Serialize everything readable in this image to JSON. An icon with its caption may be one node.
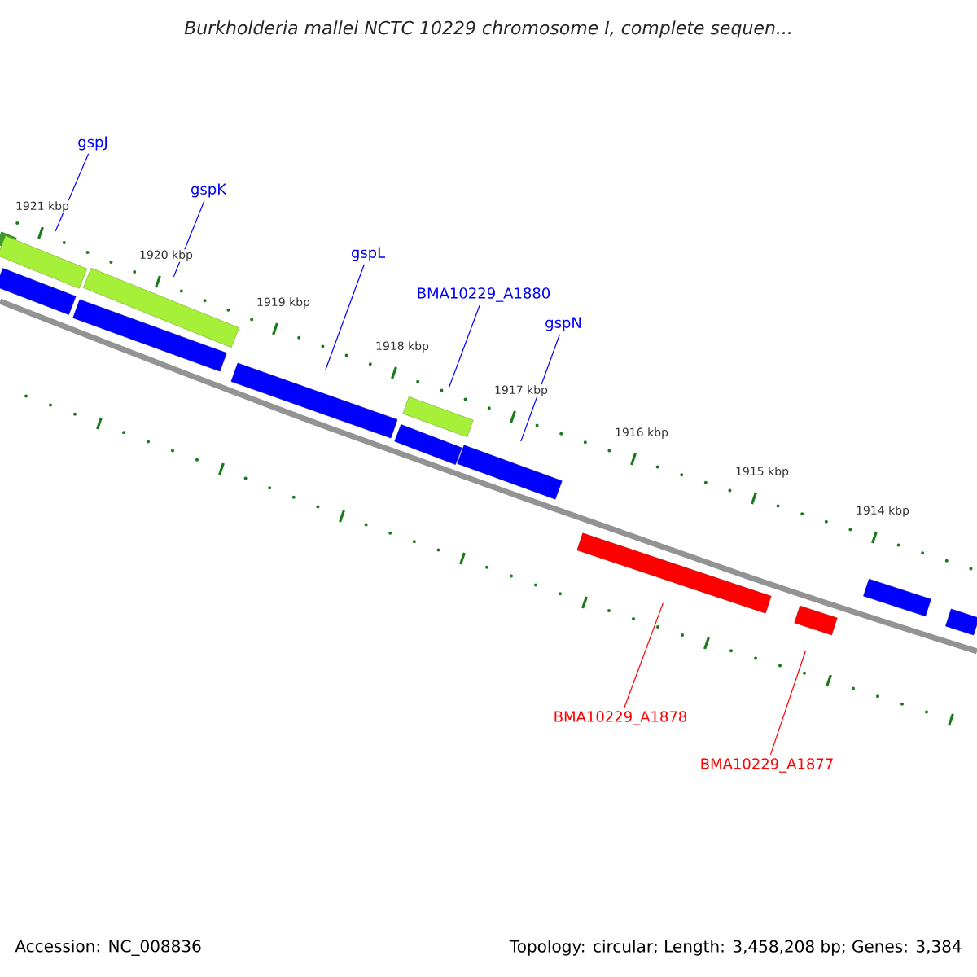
{
  "diagram": {
    "title": "Burkholderia mallei NCTC 10229 chromosome I, complete sequen...",
    "nodes": [
      {
        "text": [
          "gspJ"
        ]
      },
      {
        "text": [
          "gspK"
        ]
      },
      {
        "text": [
          "gspL"
        ]
      },
      {
        "text": [
          "BMA10229_A1880"
        ]
      },
      {
        "text": [
          "gspN"
        ]
      },
      {
        "text": [
          "BMA10229_A1878"
        ]
      },
      {
        "text": [
          "BMA10229_A1877"
        ]
      },
      {
        "text": [],
        "shape": "bar"
      },
      {
        "text": [],
        "shape": "bar"
      },
      {
        "text": [],
        "shape": "bar"
      },
      {
        "text": [],
        "shape": "bar"
      },
      {
        "text": [],
        "shape": "bar"
      },
      {
        "text": [],
        "shape": "bar"
      },
      {
        "text": [],
        "shape": "bar"
      },
      {
        "text": [],
        "shape": "bar"
      },
      {
        "text": [],
        "shape": "bar"
      },
      {
        "text": [],
        "shape": "bar"
      },
      {
        "text": [],
        "shape": "bar"
      },
      {
        "text": [],
        "shape": "bar"
      },
      {
        "text": [],
        "shape": "bar"
      }
    ],
    "edges": [
      {
        "from": 0,
        "to": 9,
        "arrow": "none"
      },
      {
        "from": 1,
        "to": 10,
        "arrow": "none"
      },
      {
        "from": 2,
        "to": 12,
        "arrow": "none"
      },
      {
        "from": 3,
        "to": 13,
        "arrow": "none"
      },
      {
        "from": 4,
        "to": 15,
        "arrow": "none"
      },
      {
        "from": 5,
        "to": 16,
        "arrow": "none",
        "color": "#ff0000"
      },
      {
        "from": 6,
        "to": 17,
        "arrow": "none",
        "color": "#ff0000"
      }
    ],
    "labels": [
      "1921 kbp",
      "1920 kbp",
      "1919 kbp",
      "1918 kbp",
      "1917 kbp",
      "1916 kbp",
      "1915 kbp",
      "1914 kbp",
      "Accession: NC_008836",
      "Topology: circular; Length: 3,458,208 bp; Genes: 3,384"
    ]
  }
}
